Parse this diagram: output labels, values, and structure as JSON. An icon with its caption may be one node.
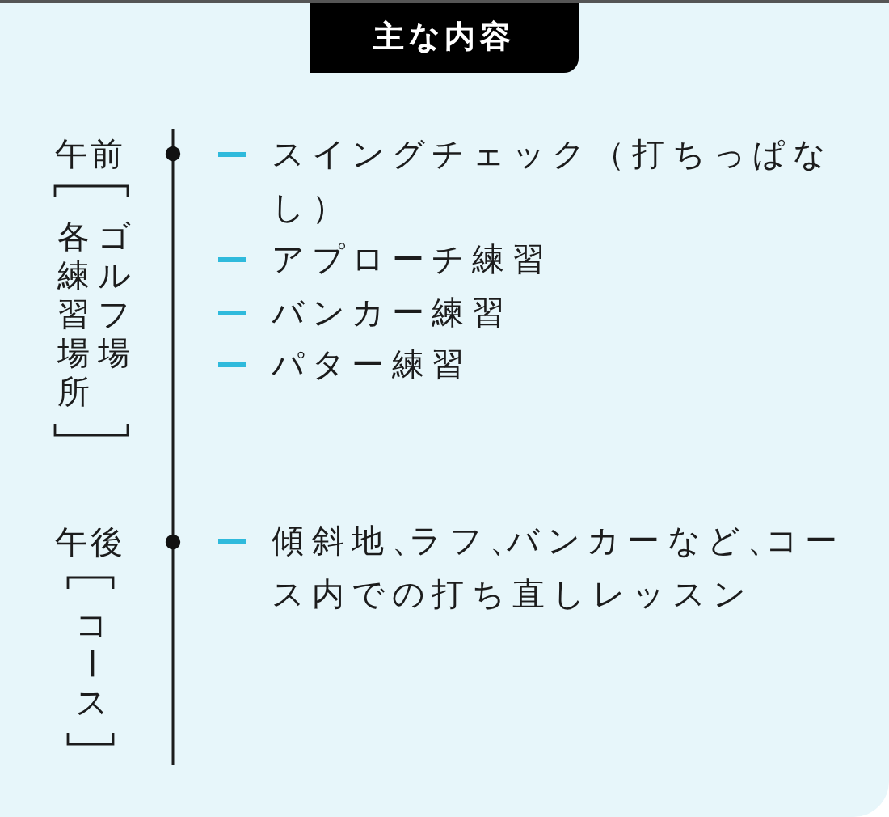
{
  "diagram": {
    "title": "主な内容",
    "labels": [
      "午前",
      "ゴルフ場各練習場所",
      "スイングチェック（打ちっぱなし）",
      "アプローチ練習",
      "バンカー練習",
      "パター練習",
      "午後",
      "コース",
      "傾斜地、ラフ、バンカーなど、コース内での打ち直しレッスン"
    ]
  }
}
